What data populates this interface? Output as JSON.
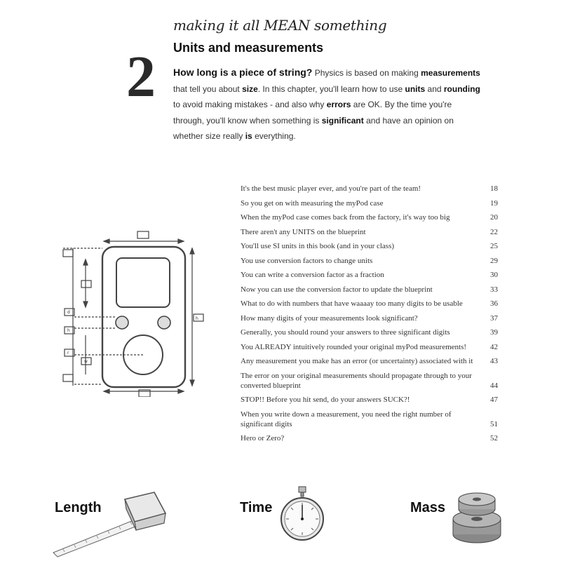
{
  "header": {
    "kicker": "making it all MEAN something",
    "chapter_number": "2",
    "title": "Units and measurements"
  },
  "intro": {
    "lead": "How long is a piece of string?",
    "p1": " Physics is based on making ",
    "b1": "measurements",
    "p2": " that tell you about ",
    "b2": "size",
    "p3": ". In this chapter, you'll learn how to use ",
    "b3": "units",
    "p4": " and ",
    "b4": "rounding",
    "p5": " to avoid making mistakes - and also why ",
    "b5": "errors",
    "p6": " are OK. By the time you're through, you'll know when something is ",
    "b6": "significant",
    "p7": " and have an opinion on whether size really ",
    "b7": "is",
    "p8": " everything."
  },
  "toc": [
    {
      "title": "It's the best music player ever, and you're part of the team!",
      "page": "18"
    },
    {
      "title": "So you get on with measuring the myPod case",
      "page": "19"
    },
    {
      "title": "When the myPod case comes back from the factory, it's way too big",
      "page": "20"
    },
    {
      "title": "There aren't any UNITS on the blueprint",
      "page": "22"
    },
    {
      "title": "You'll use SI units in this book (and in your class)",
      "page": "25"
    },
    {
      "title": "You use conversion factors to change units",
      "page": "29"
    },
    {
      "title": "You can write a conversion factor as a fraction",
      "page": "30"
    },
    {
      "title": "Now you can use the conversion factor to update the blueprint",
      "page": "33"
    },
    {
      "title": "What to do with numbers that have waaaay too many digits to be usable",
      "page": "36"
    },
    {
      "title": "How many digits of your measurements look significant?",
      "page": "37"
    },
    {
      "title": "Generally, you should round your answers to three significant digits",
      "page": "39"
    },
    {
      "title": "You ALREADY intuitively rounded your original myPod measurements!",
      "page": "42"
    },
    {
      "title": "Any measurement you make has an error (or uncertainty) associated with it",
      "page": "43"
    },
    {
      "title": "The error on your original measurements should propagate through to your converted blueprint",
      "page": "44"
    },
    {
      "title": "STOP!! Before you hit send, do your answers SUCK?!",
      "page": "47"
    },
    {
      "title": "When you write down a measurement, you need the right number of significant digits",
      "page": "51"
    },
    {
      "title": "Hero or Zero?",
      "page": "52"
    }
  ],
  "blueprint": {
    "labels": [
      "d",
      "h",
      "r",
      "w",
      "h"
    ]
  },
  "bottom": {
    "length_label": "Length",
    "time_label": "Time",
    "mass_label": "Mass"
  }
}
